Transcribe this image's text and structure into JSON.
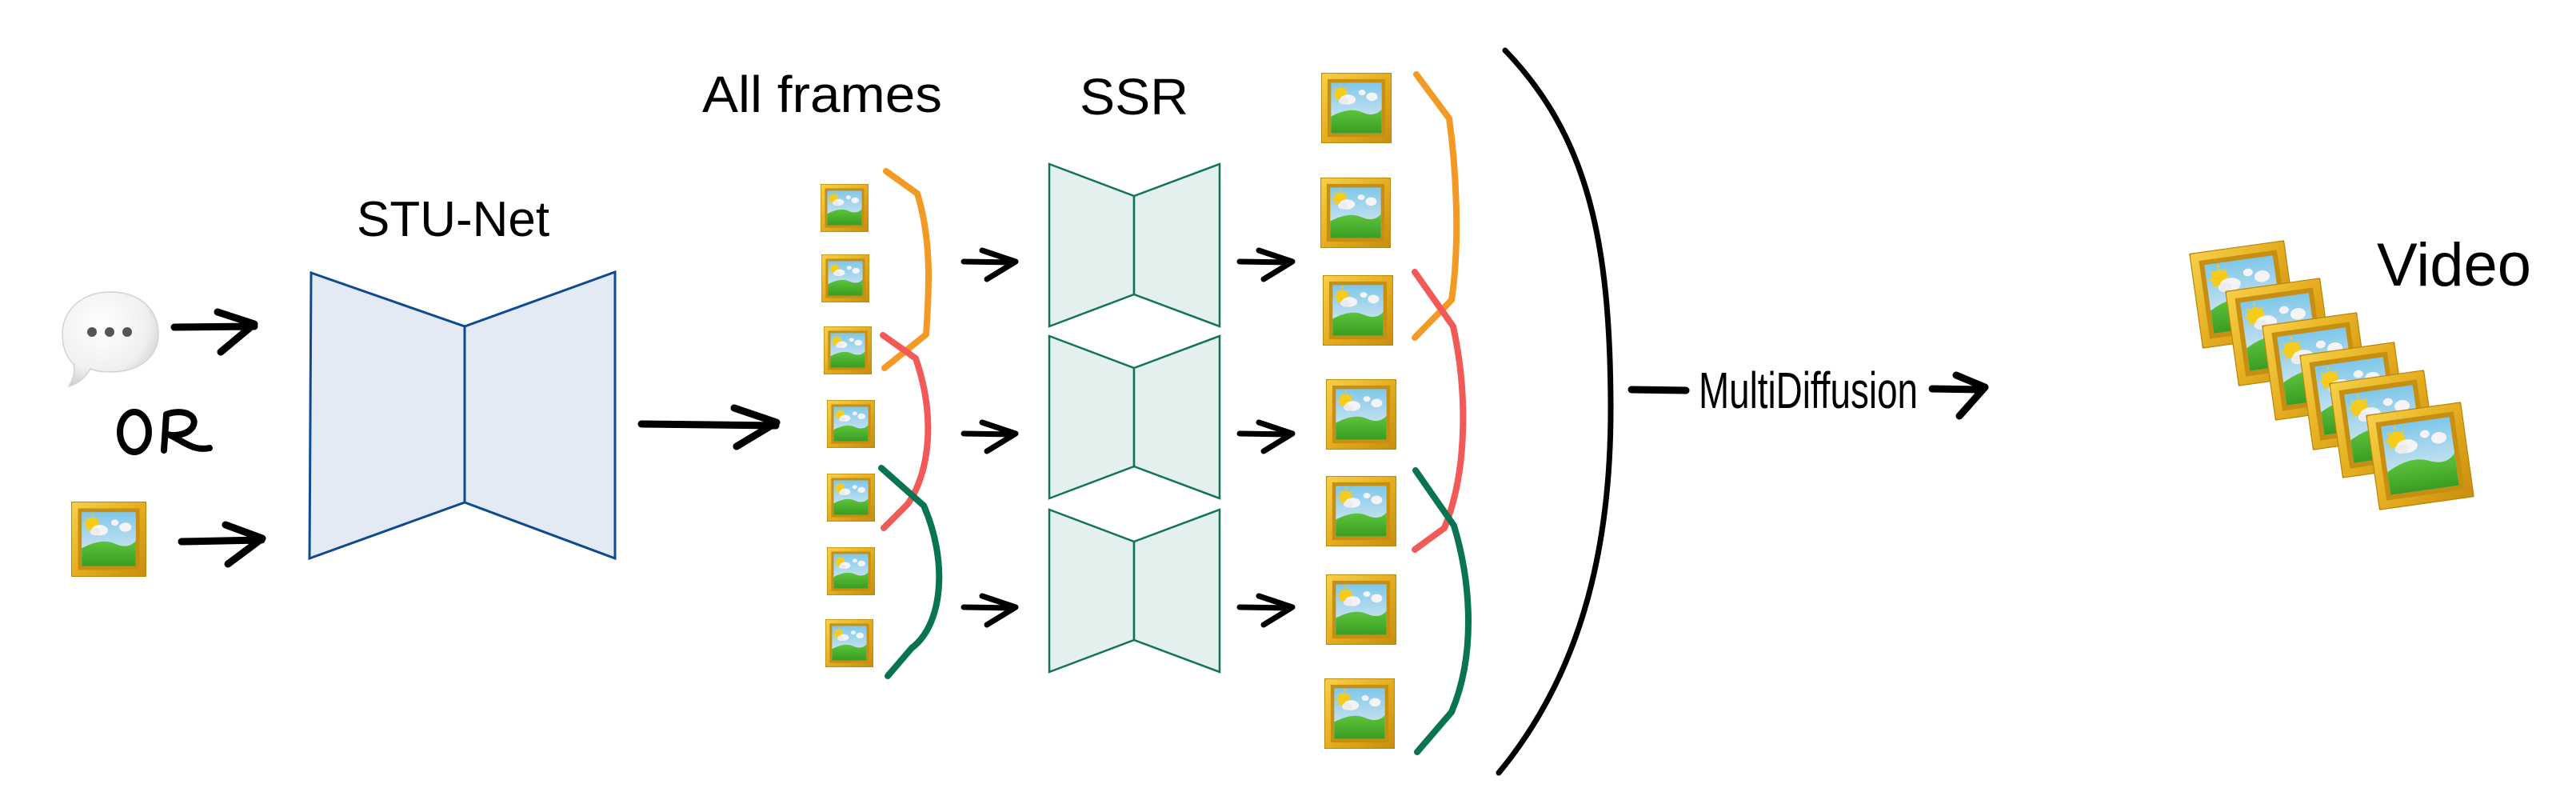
{
  "title": "STU-Net + SSR + MultiDiffusion video generation pipeline",
  "labels": {
    "or": "OR",
    "stu_net": "STU-Net",
    "all_frames": "All frames",
    "ssr": "SSR",
    "multidiffusion": "MultiDiffusion",
    "video": "Video"
  },
  "inputs": [
    {
      "kind": "text-prompt",
      "icon": "speech-bubble-icon"
    },
    {
      "kind": "image",
      "icon": "framed-picture-icon"
    }
  ],
  "all_frames": {
    "count": 7,
    "icon": "framed-picture-icon"
  },
  "ssr_blocks": {
    "count": 3
  },
  "output_frames": {
    "count": 7,
    "icon": "framed-picture-icon"
  },
  "video_frames": {
    "count": 6,
    "icon": "framed-picture-icon"
  },
  "groups": [
    {
      "name": "window-1",
      "color": "#f39a25",
      "frames": [
        1,
        2,
        3
      ]
    },
    {
      "name": "window-2",
      "color": "#f25a57",
      "frames": [
        3,
        4,
        5
      ]
    },
    {
      "name": "window-3",
      "color": "#087451",
      "frames": [
        5,
        6,
        7
      ]
    }
  ],
  "colors": {
    "stu_net_fill": "#e3eaf4",
    "stu_net_stroke": "#0d4a93",
    "ssr_fill": "#e3f0ed",
    "ssr_stroke": "#10735a",
    "frame_gold": "#e9b52a",
    "text": "#000000"
  }
}
